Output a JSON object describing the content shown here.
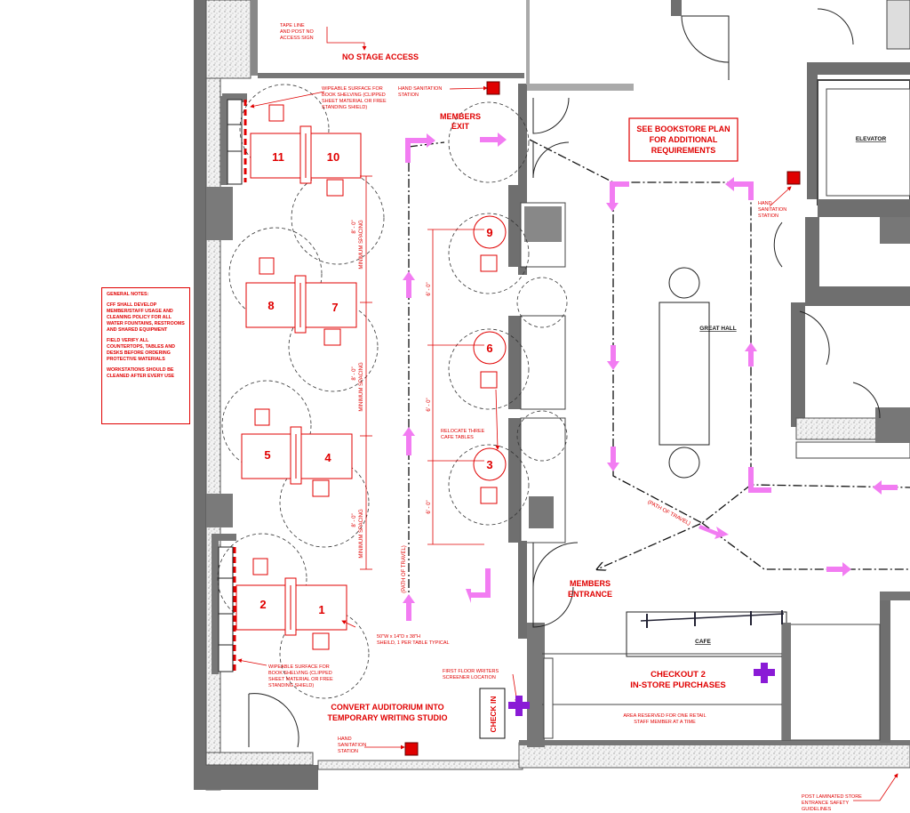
{
  "general_notes": {
    "title": "GENERAL NOTES:",
    "items": [
      "CFF SHALL DEVELOP MEMBER/STAFF USAGE AND CLEANING POLICY FOR ALL WATER FOUNTAINS, RESTROOMS AND SHARED EQUIPMENT",
      "FIELD VERIFY ALL COUNTERTOPS, TABLES AND DESKS BEFORE ORDERING PROTECTIVE MATERIALS",
      "WORKSTATIONS SHOULD BE CLEANED AFTER EVERY USE"
    ]
  },
  "labels": {
    "tape_line": [
      "TAPE LINE",
      "AND POST NO",
      "ACCESS SIGN"
    ],
    "no_stage_access": "NO STAGE ACCESS",
    "wipeable_top": [
      "WIPEABLE SURFACE FOR",
      "BOOK SHELVING (CLIPPED",
      "SHEET MATERIAL OR FREE",
      "STANDING SHIELD)"
    ],
    "wipeable_bottom": [
      "WIPEABLE SURFACE FOR",
      "BOOK SHELVING (CLIPPED",
      "SHEET MATERIAL OR FREE",
      "STANDING SHIELD)"
    ],
    "hand_sanitation_top": [
      "HAND SANITATION",
      "STATION"
    ],
    "hand_sanitation_right": [
      "HAND",
      "SANITATION",
      "STATION"
    ],
    "hand_sanitation_bottom": [
      "HAND",
      "SANITATION",
      "STATION"
    ],
    "members_exit": [
      "MEMBERS",
      "EXIT"
    ],
    "see_bookstore": [
      "SEE BOOKSTORE PLAN",
      "FOR ADDITIONAL",
      "REQUIREMENTS"
    ],
    "elevator": "ELEVATOR",
    "great_hall": "GREAT HALL",
    "minimum_spacing": "MINIMUM SPACING",
    "dim_8_0": "8' - 0\"",
    "dim_6_0": "6' - 0\"",
    "path_of_travel": "(PATH OF TRAVEL)",
    "relocate_cafe_tables": [
      "RELOCATE THREE",
      "CAFE TABLES"
    ],
    "members_entrance": [
      "MEMBERS",
      "ENTRANCE"
    ],
    "shield_note": [
      "50\"W x 14\"D x 38\"H",
      "SHEILD, 1 PER TABLE TYPICAL"
    ],
    "first_floor_writers": [
      "FIRST FLOOR WRITERS",
      "SCREENER LOCATION"
    ],
    "check_in": "CHECK IN",
    "convert_auditorium": [
      "CONVERT AUDITORIUM INTO",
      "TEMPORARY WRITING STUDIO"
    ],
    "cafe": "CAFE",
    "checkout": [
      "CHECKOUT 2",
      "IN-STORE PURCHASES"
    ],
    "area_reserved": [
      "AREA RESERVED FOR ONE RETAIL",
      "STAFF MEMBER AT A TIME"
    ],
    "post_laminated": [
      "POST LAMINATED STORE",
      "ENTRANCE SAFETY",
      "GUIDELINES"
    ]
  },
  "workstations": [
    "11",
    "10",
    "8",
    "7",
    "5",
    "4",
    "2",
    "1"
  ],
  "cafe_tables": [
    "9",
    "6",
    "3"
  ],
  "colors": {
    "annotation_red": "#e00000",
    "path_arrow_pink": "#f27cf2",
    "wall_gray": "#777777",
    "screener_purple": "#8a1bd6"
  }
}
